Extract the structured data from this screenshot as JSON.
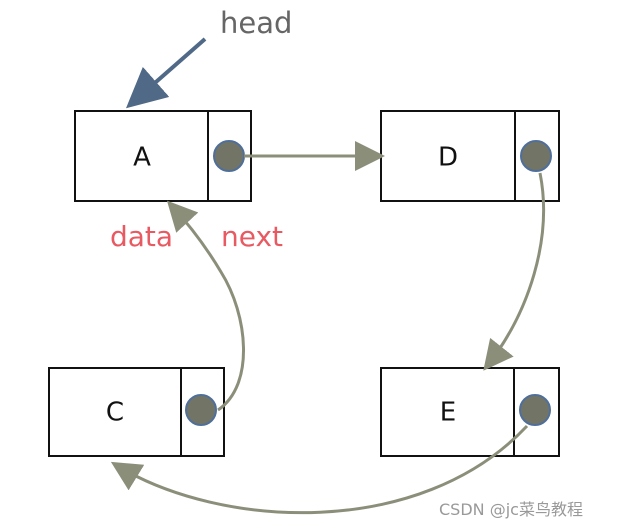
{
  "labels": {
    "head": "head",
    "data": "data",
    "next": "next",
    "watermark": "CSDN @jc菜鸟教程"
  },
  "nodes": {
    "a": "A",
    "d": "D",
    "c": "C",
    "e": "E"
  },
  "colors": {
    "text": "#111111",
    "head": "#666666",
    "head_arrow": "#506987",
    "annotation": "#e85a62",
    "link": "#8b8f7a",
    "pointer": "#727466",
    "pointer_outline": "#4f6f9a",
    "watermark": "#999999"
  }
}
